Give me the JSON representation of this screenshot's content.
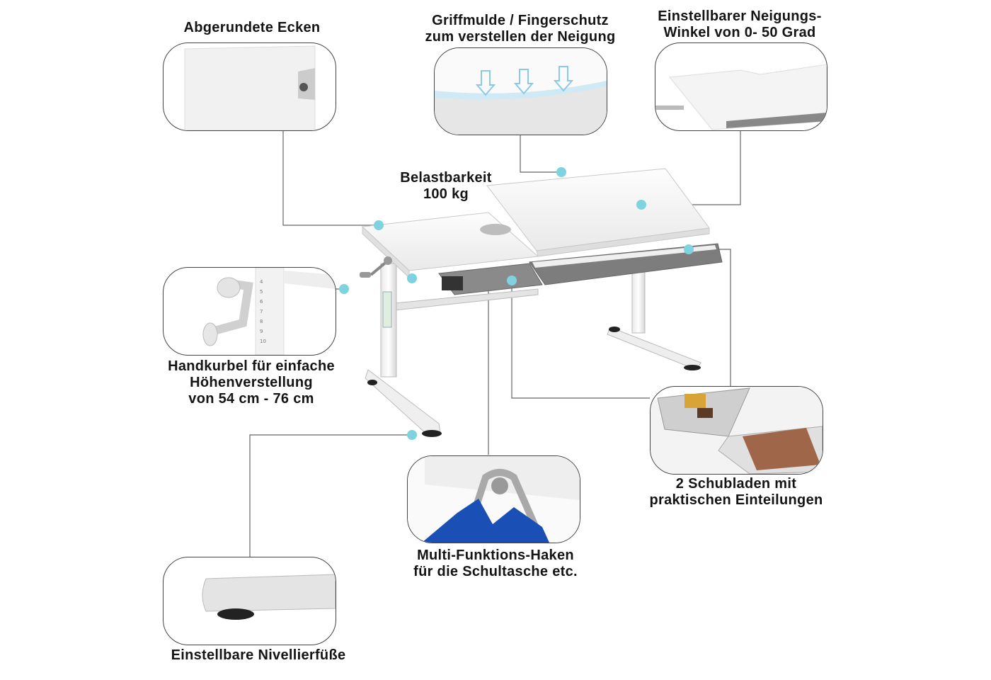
{
  "labels": {
    "rounded_corners": "Abgerundete Ecken",
    "grip_line1": "Griffmulde / Fingerschutz",
    "grip_line2": "zum verstellen der Neigung",
    "tilt_line1": "Einstellbarer Neigungs-",
    "tilt_line2": "Winkel von 0- 50 Grad",
    "load_line1": "Belastbarkeit",
    "load_line2": "100 kg",
    "crank_line1": "Handkurbel für  einfache",
    "crank_line2": "Höhenverstellung",
    "crank_line3": "von 54 cm - 76 cm",
    "drawers_line1": "2 Schubladen mit",
    "drawers_line2": "praktischen Einteilungen",
    "hook_line1": "Multi-Funktions-Haken",
    "hook_line2": "für die Schultasche etc.",
    "feet": "Einstellbare Nivellierfüße"
  },
  "scale_marks": [
    "4",
    "5",
    "6",
    "7",
    "8",
    "9",
    "10"
  ],
  "colors": {
    "callout_dot": "#7fd3e0",
    "leader_line": "#555555",
    "drawer_gray": "#8a8a8a",
    "bag_blue": "#1a4fb5",
    "arrow_blue": "#8cc8e8"
  }
}
